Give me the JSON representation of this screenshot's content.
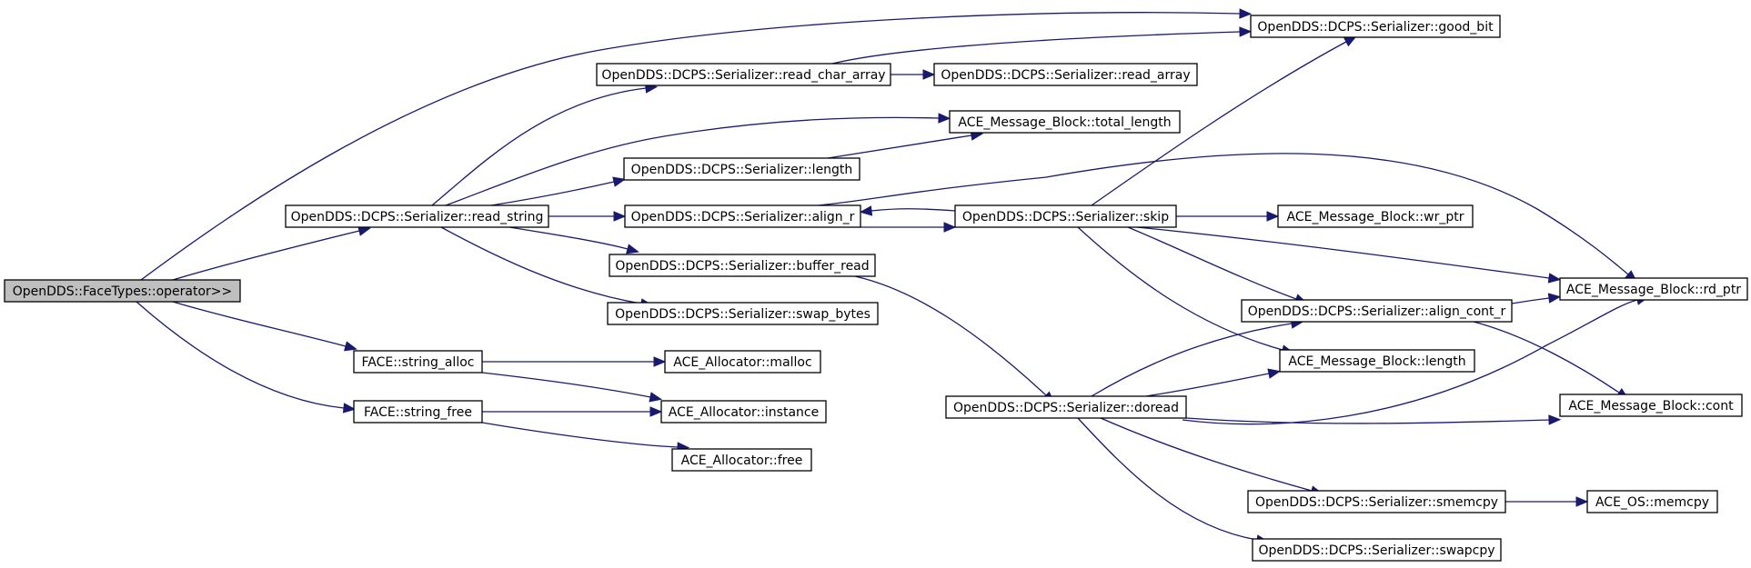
{
  "diagram": {
    "type": "call-graph",
    "nodes": [
      {
        "id": "faceop",
        "label": "OpenDDS::FaceTypes::operator>>",
        "root": true
      },
      {
        "id": "read_string",
        "label": "OpenDDS::DCPS::Serializer::read_string"
      },
      {
        "id": "string_alloc",
        "label": "FACE::string_alloc"
      },
      {
        "id": "string_free",
        "label": "FACE::string_free"
      },
      {
        "id": "read_char_array",
        "label": "OpenDDS::DCPS::Serializer::read_char_array"
      },
      {
        "id": "read_array",
        "label": "OpenDDS::DCPS::Serializer::read_array"
      },
      {
        "id": "total_length",
        "label": "ACE_Message_Block::total_length"
      },
      {
        "id": "ser_length",
        "label": "OpenDDS::DCPS::Serializer::length"
      },
      {
        "id": "align_r",
        "label": "OpenDDS::DCPS::Serializer::align_r"
      },
      {
        "id": "skip",
        "label": "OpenDDS::DCPS::Serializer::skip"
      },
      {
        "id": "buffer_read",
        "label": "OpenDDS::DCPS::Serializer::buffer_read"
      },
      {
        "id": "swap_bytes",
        "label": "OpenDDS::DCPS::Serializer::swap_bytes"
      },
      {
        "id": "malloc",
        "label": "ACE_Allocator::malloc"
      },
      {
        "id": "instance",
        "label": "ACE_Allocator::instance"
      },
      {
        "id": "free",
        "label": "ACE_Allocator::free"
      },
      {
        "id": "good_bit",
        "label": "OpenDDS::DCPS::Serializer::good_bit"
      },
      {
        "id": "wr_ptr",
        "label": "ACE_Message_Block::wr_ptr"
      },
      {
        "id": "rd_ptr",
        "label": "ACE_Message_Block::rd_ptr"
      },
      {
        "id": "align_cont_r",
        "label": "OpenDDS::DCPS::Serializer::align_cont_r"
      },
      {
        "id": "mb_length",
        "label": "ACE_Message_Block::length"
      },
      {
        "id": "doread",
        "label": "OpenDDS::DCPS::Serializer::doread"
      },
      {
        "id": "cont",
        "label": "ACE_Message_Block::cont"
      },
      {
        "id": "smemcpy",
        "label": "OpenDDS::DCPS::Serializer::smemcpy"
      },
      {
        "id": "swapcpy",
        "label": "OpenDDS::DCPS::Serializer::swapcpy"
      },
      {
        "id": "memcpy",
        "label": "ACE_OS::memcpy"
      }
    ],
    "edges": [
      {
        "from": "faceop",
        "to": "good_bit"
      },
      {
        "from": "faceop",
        "to": "read_string"
      },
      {
        "from": "faceop",
        "to": "string_alloc"
      },
      {
        "from": "faceop",
        "to": "string_free"
      },
      {
        "from": "read_string",
        "to": "read_char_array"
      },
      {
        "from": "read_string",
        "to": "total_length"
      },
      {
        "from": "read_string",
        "to": "ser_length"
      },
      {
        "from": "read_string",
        "to": "align_r"
      },
      {
        "from": "read_string",
        "to": "buffer_read"
      },
      {
        "from": "read_string",
        "to": "swap_bytes"
      },
      {
        "from": "read_char_array",
        "to": "good_bit"
      },
      {
        "from": "read_char_array",
        "to": "read_array"
      },
      {
        "from": "ser_length",
        "to": "total_length"
      },
      {
        "from": "align_r",
        "to": "skip"
      },
      {
        "from": "align_r",
        "to": "rd_ptr"
      },
      {
        "from": "skip",
        "to": "align_r"
      },
      {
        "from": "skip",
        "to": "good_bit"
      },
      {
        "from": "skip",
        "to": "wr_ptr"
      },
      {
        "from": "skip",
        "to": "rd_ptr"
      },
      {
        "from": "skip",
        "to": "align_cont_r"
      },
      {
        "from": "skip",
        "to": "mb_length"
      },
      {
        "from": "buffer_read",
        "to": "doread"
      },
      {
        "from": "string_alloc",
        "to": "malloc"
      },
      {
        "from": "string_alloc",
        "to": "instance"
      },
      {
        "from": "string_free",
        "to": "instance"
      },
      {
        "from": "string_free",
        "to": "free"
      },
      {
        "from": "doread",
        "to": "align_cont_r"
      },
      {
        "from": "doread",
        "to": "mb_length"
      },
      {
        "from": "doread",
        "to": "rd_ptr"
      },
      {
        "from": "doread",
        "to": "cont"
      },
      {
        "from": "doread",
        "to": "smemcpy"
      },
      {
        "from": "doread",
        "to": "swapcpy"
      },
      {
        "from": "align_cont_r",
        "to": "rd_ptr"
      },
      {
        "from": "align_cont_r",
        "to": "cont"
      },
      {
        "from": "smemcpy",
        "to": "memcpy"
      }
    ],
    "colors": {
      "edge": "#191970",
      "root_fill": "#bfbfbf",
      "node_fill": "#ffffff",
      "node_border": "#000000"
    }
  }
}
